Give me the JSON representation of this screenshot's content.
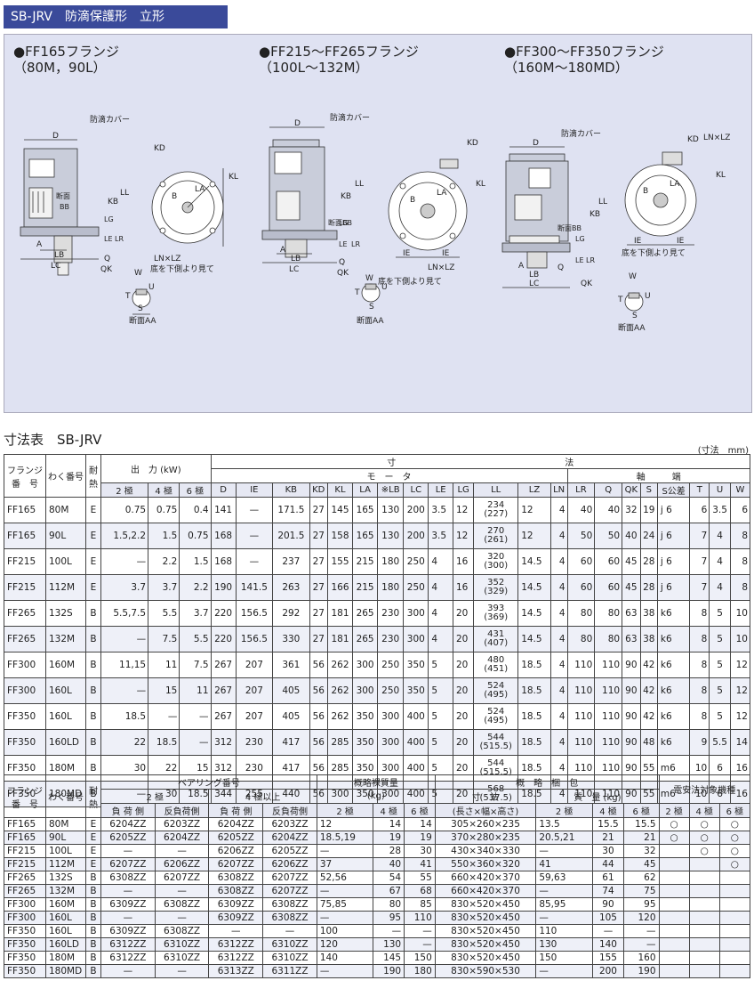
{
  "header": {
    "title": "SB-JRV　防滴保護形　立形"
  },
  "diagram": {
    "flange_titles": [
      [
        "●FF165フランジ",
        "（80M，90L）"
      ],
      [
        "●FF215～FF265フランジ",
        "（100L～132M）"
      ],
      [
        "●FF300～FF350フランジ",
        "（160M～180MD）"
      ]
    ],
    "labels": {
      "drip_cover": "防滴カバー",
      "D": "D",
      "KD": "KD",
      "KB": "KB",
      "KL": "KL",
      "LL": "LL",
      "LG": "LG",
      "LE": "LE",
      "LR": "LR",
      "A": "A",
      "LB": "LB",
      "LC": "LC",
      "Q": "Q",
      "QK": "QK",
      "W": "W",
      "T": "T",
      "U": "U",
      "S": "S",
      "IE": "IE",
      "LA": "LA",
      "B": "B",
      "LNxLZ": "LN×LZ",
      "bottom_view": "底を下側より見て",
      "section_AA": "断面AA",
      "section_BB": "断面BB",
      "section": "断面",
      "BB": "BB"
    }
  },
  "dim_section": {
    "title": "寸法表　SB-JRV",
    "unit": "(寸法　mm)"
  },
  "dim_table": {
    "h_flange": "フランジ番　号",
    "h_frame": "わく番号",
    "h_heat": "耐熱",
    "h_output": "出　力 (kW)",
    "h_dims": "寸　　　　　　　　　　　　　　　　　　　法",
    "h_motor": "モ　ー　タ",
    "h_shaft": "軸　　　端",
    "cols": [
      "2 極",
      "4 極",
      "6 極",
      "D",
      "IE",
      "KB",
      "KD",
      "KL",
      "LA",
      "※LB",
      "LC",
      "LE",
      "LG",
      "LL",
      "LZ",
      "LN",
      "LR",
      "Q",
      "QK",
      "S",
      "S公差",
      "T",
      "U",
      "W"
    ],
    "rows": [
      {
        "flange": "FF165",
        "frame": "80M",
        "heat": "E",
        "p2": "0.75",
        "p4": "0.75",
        "p6": "0.4",
        "D": "141",
        "IE": "—",
        "KB": "171.5",
        "KD": "27",
        "KL": "145",
        "LA": "165",
        "LB": "130",
        "LC": "200",
        "LE": "3.5",
        "LG": "12",
        "LL1": "234",
        "LL2": "(227)",
        "LZ": "12",
        "LN": "4",
        "LR": "40",
        "Q": "40",
        "QK": "32",
        "S": "19",
        "St": "j 6",
        "T": "6",
        "U": "3.5",
        "W": "6"
      },
      {
        "flange": "FF165",
        "frame": "90L",
        "heat": "E",
        "p2": "1.5,2.2",
        "p4": "1.5",
        "p6": "0.75",
        "D": "168",
        "IE": "—",
        "KB": "201.5",
        "KD": "27",
        "KL": "158",
        "LA": "165",
        "LB": "130",
        "LC": "200",
        "LE": "3.5",
        "LG": "12",
        "LL1": "270",
        "LL2": "(261)",
        "LZ": "12",
        "LN": "4",
        "LR": "50",
        "Q": "50",
        "QK": "40",
        "S": "24",
        "St": "j 6",
        "T": "7",
        "U": "4",
        "W": "8"
      },
      {
        "flange": "FF215",
        "frame": "100L",
        "heat": "E",
        "p2": "—",
        "p4": "2.2",
        "p6": "1.5",
        "D": "168",
        "IE": "—",
        "KB": "237",
        "KD": "27",
        "KL": "155",
        "LA": "215",
        "LB": "180",
        "LC": "250",
        "LE": "4",
        "LG": "16",
        "LL1": "320",
        "LL2": "(300)",
        "LZ": "14.5",
        "LN": "4",
        "LR": "60",
        "Q": "60",
        "QK": "45",
        "S": "28",
        "St": "j 6",
        "T": "7",
        "U": "4",
        "W": "8"
      },
      {
        "flange": "FF215",
        "frame": "112M",
        "heat": "E",
        "p2": "3.7",
        "p4": "3.7",
        "p6": "2.2",
        "D": "190",
        "IE": "141.5",
        "KB": "263",
        "KD": "27",
        "KL": "166",
        "LA": "215",
        "LB": "180",
        "LC": "250",
        "LE": "4",
        "LG": "16",
        "LL1": "352",
        "LL2": "(329)",
        "LZ": "14.5",
        "LN": "4",
        "LR": "60",
        "Q": "60",
        "QK": "45",
        "S": "28",
        "St": "j 6",
        "T": "7",
        "U": "4",
        "W": "8"
      },
      {
        "flange": "FF265",
        "frame": "132S",
        "heat": "B",
        "p2": "5.5,7.5",
        "p4": "5.5",
        "p6": "3.7",
        "D": "220",
        "IE": "156.5",
        "KB": "292",
        "KD": "27",
        "KL": "181",
        "LA": "265",
        "LB": "230",
        "LC": "300",
        "LE": "4",
        "LG": "20",
        "LL1": "393",
        "LL2": "(369)",
        "LZ": "14.5",
        "LN": "4",
        "LR": "80",
        "Q": "80",
        "QK": "63",
        "S": "38",
        "St": "k6",
        "T": "8",
        "U": "5",
        "W": "10"
      },
      {
        "flange": "FF265",
        "frame": "132M",
        "heat": "B",
        "p2": "—",
        "p4": "7.5",
        "p6": "5.5",
        "D": "220",
        "IE": "156.5",
        "KB": "330",
        "KD": "27",
        "KL": "181",
        "LA": "265",
        "LB": "230",
        "LC": "300",
        "LE": "4",
        "LG": "20",
        "LL1": "431",
        "LL2": "(407)",
        "LZ": "14.5",
        "LN": "4",
        "LR": "80",
        "Q": "80",
        "QK": "63",
        "S": "38",
        "St": "k6",
        "T": "8",
        "U": "5",
        "W": "10"
      },
      {
        "flange": "FF300",
        "frame": "160M",
        "heat": "B",
        "p2": "11,15",
        "p4": "11",
        "p6": "7.5",
        "D": "267",
        "IE": "207",
        "KB": "361",
        "KD": "56",
        "KL": "262",
        "LA": "300",
        "LB": "250",
        "LC": "350",
        "LE": "5",
        "LG": "20",
        "LL1": "480",
        "LL2": "(451)",
        "LZ": "18.5",
        "LN": "4",
        "LR": "110",
        "Q": "110",
        "QK": "90",
        "S": "42",
        "St": "k6",
        "T": "8",
        "U": "5",
        "W": "12"
      },
      {
        "flange": "FF300",
        "frame": "160L",
        "heat": "B",
        "p2": "—",
        "p4": "15",
        "p6": "11",
        "D": "267",
        "IE": "207",
        "KB": "405",
        "KD": "56",
        "KL": "262",
        "LA": "300",
        "LB": "250",
        "LC": "350",
        "LE": "5",
        "LG": "20",
        "LL1": "524",
        "LL2": "(495)",
        "LZ": "18.5",
        "LN": "4",
        "LR": "110",
        "Q": "110",
        "QK": "90",
        "S": "42",
        "St": "k6",
        "T": "8",
        "U": "5",
        "W": "12"
      },
      {
        "flange": "FF350",
        "frame": "160L",
        "heat": "B",
        "p2": "18.5",
        "p4": "—",
        "p6": "—",
        "D": "267",
        "IE": "207",
        "KB": "405",
        "KD": "56",
        "KL": "262",
        "LA": "350",
        "LB": "300",
        "LC": "400",
        "LE": "5",
        "LG": "20",
        "LL1": "524",
        "LL2": "(495)",
        "LZ": "18.5",
        "LN": "4",
        "LR": "110",
        "Q": "110",
        "QK": "90",
        "S": "42",
        "St": "k6",
        "T": "8",
        "U": "5",
        "W": "12"
      },
      {
        "flange": "FF350",
        "frame": "160LD",
        "heat": "B",
        "p2": "22",
        "p4": "18.5",
        "p6": "—",
        "D": "312",
        "IE": "230",
        "KB": "417",
        "KD": "56",
        "KL": "285",
        "LA": "350",
        "LB": "300",
        "LC": "400",
        "LE": "5",
        "LG": "20",
        "LL1": "544",
        "LL2": "(515.5)",
        "LZ": "18.5",
        "LN": "4",
        "LR": "110",
        "Q": "110",
        "QK": "90",
        "S": "48",
        "St": "k6",
        "T": "9",
        "U": "5.5",
        "W": "14"
      },
      {
        "flange": "FF350",
        "frame": "180M",
        "heat": "B",
        "p2": "30",
        "p4": "22",
        "p6": "15",
        "D": "312",
        "IE": "230",
        "KB": "417",
        "KD": "56",
        "KL": "285",
        "LA": "350",
        "LB": "300",
        "LC": "400",
        "LE": "5",
        "LG": "20",
        "LL1": "544",
        "LL2": "(515.5)",
        "LZ": "18.5",
        "LN": "4",
        "LR": "110",
        "Q": "110",
        "QK": "90",
        "S": "55",
        "St": "m6",
        "T": "10",
        "U": "6",
        "W": "16"
      },
      {
        "flange": "FF350",
        "frame": "180MD",
        "heat": "B",
        "p2": "—",
        "p4": "30",
        "p6": "18.5",
        "D": "344",
        "IE": "255",
        "KB": "440",
        "KD": "56",
        "KL": "300",
        "LA": "350",
        "LB": "300",
        "LC": "400",
        "LE": "5",
        "LG": "20",
        "LL1": "568",
        "LL2": "(537.5)",
        "LZ": "18.5",
        "LN": "4",
        "LR": "110",
        "Q": "110",
        "QK": "90",
        "S": "55",
        "St": "m6",
        "T": "10",
        "U": "6",
        "W": "16"
      }
    ]
  },
  "pkg_table": {
    "h_flange": "フランジ番　号",
    "h_frame": "わく番号",
    "h_heat": "耐熱",
    "h_bearing": "ベアリング番号",
    "h_2p": "2 極",
    "h_4p": "4 極以上",
    "h_load": "負 荷 側",
    "h_antiload": "反負荷側",
    "h_mass": "概略裸質量",
    "h_kg": "(kg)",
    "h_pack": "概　略　梱　包",
    "h_size": "寸　法",
    "h_size_sub": "(長さ×幅×高さ)",
    "h_pmass": "質　量 (kg)",
    "h_elec": "電安法対象機種",
    "p2": "2 極",
    "p4": "4 極",
    "p6": "6 極",
    "rows": [
      {
        "flange": "FF165",
        "frame": "80M",
        "heat": "E",
        "b2l": "6204ZZ",
        "b2a": "6203ZZ",
        "b4l": "6204ZZ",
        "b4a": "6203ZZ",
        "m2": "12",
        "m4": "14",
        "m6": "14",
        "size": "305×260×235",
        "k2": "13.5",
        "k4": "15.5",
        "k6": "15.5",
        "e2": "○",
        "e4": "○",
        "e6": "○"
      },
      {
        "flange": "FF165",
        "frame": "90L",
        "heat": "E",
        "b2l": "6205ZZ",
        "b2a": "6204ZZ",
        "b4l": "6205ZZ",
        "b4a": "6204ZZ",
        "m2": "18.5,19",
        "m4": "19",
        "m6": "19",
        "size": "370×280×235",
        "k2": "20.5,21",
        "k4": "21",
        "k6": "21",
        "e2": "○",
        "e4": "○",
        "e6": "○"
      },
      {
        "flange": "FF215",
        "frame": "100L",
        "heat": "E",
        "b2l": "—",
        "b2a": "—",
        "b4l": "6206ZZ",
        "b4a": "6205ZZ",
        "m2": "—",
        "m4": "28",
        "m6": "30",
        "size": "430×340×330",
        "k2": "—",
        "k4": "30",
        "k6": "32",
        "e2": "",
        "e4": "○",
        "e6": "○"
      },
      {
        "flange": "FF215",
        "frame": "112M",
        "heat": "E",
        "b2l": "6207ZZ",
        "b2a": "6206ZZ",
        "b4l": "6207ZZ",
        "b4a": "6206ZZ",
        "m2": "37",
        "m4": "40",
        "m6": "41",
        "size": "550×360×320",
        "k2": "41",
        "k4": "44",
        "k6": "45",
        "e2": "",
        "e4": "",
        "e6": "○"
      },
      {
        "flange": "FF265",
        "frame": "132S",
        "heat": "B",
        "b2l": "6308ZZ",
        "b2a": "6207ZZ",
        "b4l": "6308ZZ",
        "b4a": "6207ZZ",
        "m2": "52,56",
        "m4": "54",
        "m6": "55",
        "size": "660×420×370",
        "k2": "59,63",
        "k4": "61",
        "k6": "62",
        "e2": "",
        "e4": "",
        "e6": ""
      },
      {
        "flange": "FF265",
        "frame": "132M",
        "heat": "B",
        "b2l": "—",
        "b2a": "—",
        "b4l": "6308ZZ",
        "b4a": "6207ZZ",
        "m2": "—",
        "m4": "67",
        "m6": "68",
        "size": "660×420×370",
        "k2": "—",
        "k4": "74",
        "k6": "75",
        "e2": "",
        "e4": "",
        "e6": ""
      },
      {
        "flange": "FF300",
        "frame": "160M",
        "heat": "B",
        "b2l": "6309ZZ",
        "b2a": "6308ZZ",
        "b4l": "6309ZZ",
        "b4a": "6308ZZ",
        "m2": "75,85",
        "m4": "80",
        "m6": "85",
        "size": "830×520×450",
        "k2": "85,95",
        "k4": "90",
        "k6": "95",
        "e2": "",
        "e4": "",
        "e6": ""
      },
      {
        "flange": "FF300",
        "frame": "160L",
        "heat": "B",
        "b2l": "—",
        "b2a": "—",
        "b4l": "6309ZZ",
        "b4a": "6308ZZ",
        "m2": "—",
        "m4": "95",
        "m6": "110",
        "size": "830×520×450",
        "k2": "—",
        "k4": "105",
        "k6": "120",
        "e2": "",
        "e4": "",
        "e6": ""
      },
      {
        "flange": "FF350",
        "frame": "160L",
        "heat": "B",
        "b2l": "6309ZZ",
        "b2a": "6308ZZ",
        "b4l": "—",
        "b4a": "—",
        "m2": "100",
        "m4": "—",
        "m6": "—",
        "size": "830×520×450",
        "k2": "110",
        "k4": "—",
        "k6": "—",
        "e2": "",
        "e4": "",
        "e6": ""
      },
      {
        "flange": "FF350",
        "frame": "160LD",
        "heat": "B",
        "b2l": "6312ZZ",
        "b2a": "6310ZZ",
        "b4l": "6312ZZ",
        "b4a": "6310ZZ",
        "m2": "120",
        "m4": "130",
        "m6": "—",
        "size": "830×520×450",
        "k2": "130",
        "k4": "140",
        "k6": "—",
        "e2": "",
        "e4": "",
        "e6": ""
      },
      {
        "flange": "FF350",
        "frame": "180M",
        "heat": "B",
        "b2l": "6312ZZ",
        "b2a": "6310ZZ",
        "b4l": "6312ZZ",
        "b4a": "6310ZZ",
        "m2": "140",
        "m4": "145",
        "m6": "150",
        "size": "830×520×450",
        "k2": "150",
        "k4": "155",
        "k6": "160",
        "e2": "",
        "e4": "",
        "e6": ""
      },
      {
        "flange": "FF350",
        "frame": "180MD",
        "heat": "B",
        "b2l": "—",
        "b2a": "—",
        "b4l": "6313ZZ",
        "b4a": "6311ZZ",
        "m2": "—",
        "m4": "190",
        "m6": "180",
        "size": "830×590×530",
        "k2": "—",
        "k4": "200",
        "k6": "190",
        "e2": "",
        "e4": "",
        "e6": ""
      }
    ]
  }
}
